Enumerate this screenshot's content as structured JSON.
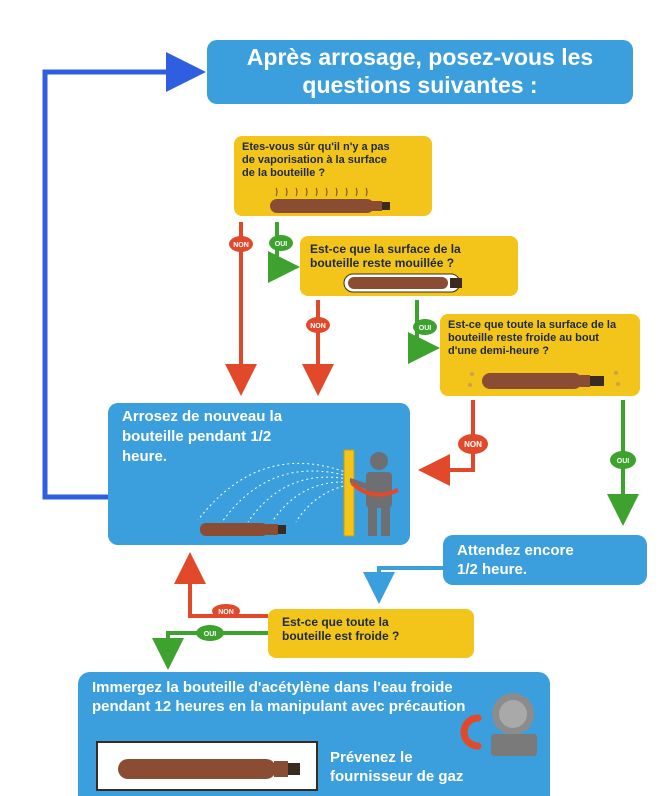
{
  "colors": {
    "box_blue": "#3a9fdc",
    "box_yellow": "#f3c51a",
    "arrow_blue": "#2f5fe0",
    "arrow_red": "#e2492a",
    "arrow_green": "#3da32e",
    "cylinder_brown": "#8a4d33"
  },
  "start": {
    "text": "Après arrosage, posez-vous les questions suivantes :"
  },
  "q1": {
    "text": "Etes-vous sûr qu'il n'y a pas de vaporisation à la surface de la bouteille ?"
  },
  "q2": {
    "text": "Est-ce que la surface de la bouteille reste mouillée ?"
  },
  "q3": {
    "text": "Est-ce que toute la surface de la bouteille reste froide au bout d'une demi-heure ?"
  },
  "q4": {
    "text": "Est-ce que toute la bouteille est froide ?"
  },
  "water_again": {
    "text": "Arrosez de nouveau la bouteille pendant 1/2 heure."
  },
  "wait": {
    "text": "Attendez encore 1/2 heure."
  },
  "immerse": {
    "text": "Immergez la bouteille d'acétylène dans l'eau froide pendant 12 heures en la manipulant avec précaution",
    "notify": "Prévenez le fournisseur de gaz"
  },
  "labels": {
    "non": "NON",
    "oui": "OUI"
  },
  "icons": [
    "phone-icon",
    "water-spray-icon",
    "person-icon",
    "gas-cylinder-icon",
    "steam-icon",
    "frost-icon"
  ]
}
